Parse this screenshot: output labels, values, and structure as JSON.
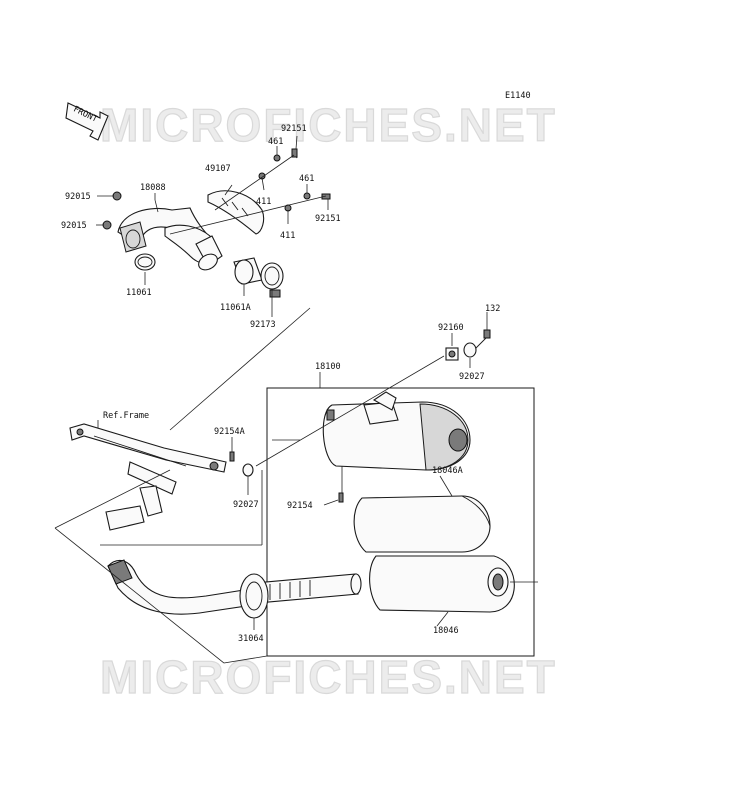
{
  "diagram": {
    "code": "E1140",
    "front_badge": "FRONT",
    "watermark": "MICROFICHES.NET",
    "ref_frame": "Ref.Frame",
    "parts": {
      "p92151a": "92151",
      "p461a": "461",
      "p49107": "49107",
      "p411a": "411",
      "p461b": "461",
      "p411b": "411",
      "p92151b": "92151",
      "p92015a": "92015",
      "p18088": "18088",
      "p92015b": "92015",
      "p11061": "11061",
      "p11061a": "11061A",
      "p92173": "92173",
      "p132": "132",
      "p92160": "92160",
      "p92027a": "92027",
      "p18100": "18100",
      "p92154a": "92154A",
      "p92027b": "92027",
      "p92154": "92154",
      "p18046a": "18046A",
      "p31064": "31064",
      "p18046": "18046"
    }
  }
}
